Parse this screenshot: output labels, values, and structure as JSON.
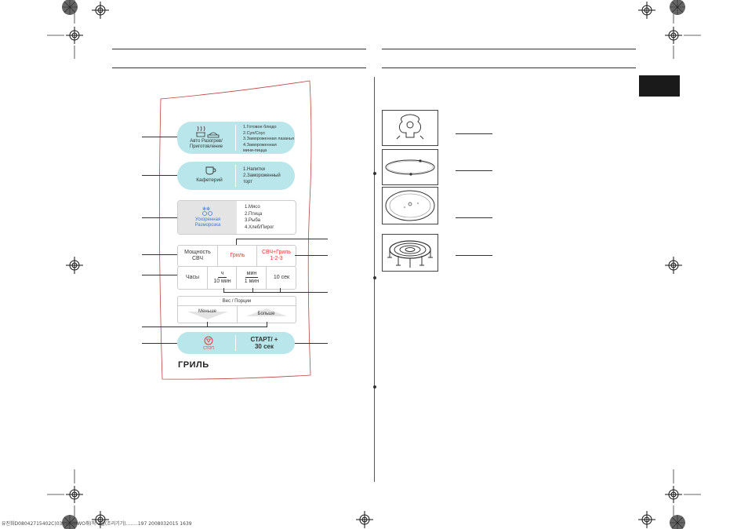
{
  "control_panel": {
    "auto": {
      "label": "Авто Разогрев/ Приготовление",
      "items": [
        "1.Готовое блюдо",
        "2.Суп/Соус",
        "3.Замороженная лазанья",
        "4.Замороженная мини-пицца"
      ]
    },
    "cafe": {
      "label": "Кафетерий",
      "items": [
        "1.Напитки",
        "2.Замороженный торт"
      ]
    },
    "defrost": {
      "label": "Ускоренная Разморозка",
      "items": [
        "1.Мясо",
        "2.Птица",
        "3.Рыба",
        "4.Хлеб/Пирог"
      ]
    },
    "row_power": {
      "power": "Мощность СВЧ",
      "grill": "Гриль",
      "combo": "СВЧ+Гриль 1-2-3"
    },
    "row_time": {
      "clock": "Часы",
      "hour": "ч",
      "ten_min": "10 мин",
      "min": "мин",
      "one_min": "1 мин",
      "ten_sec": "10 сек"
    },
    "weight": {
      "title": "Вес / Порции",
      "less": "Меньше",
      "more": "Больше"
    },
    "stop_label": "СТОП",
    "start_label": "СТАРТ/ + 30 сек",
    "brand": "ГРИЛЬ"
  },
  "icons": [
    "registration-mark-icon",
    "color-target-icon",
    "pot-icon",
    "cup-icon",
    "snowflake-icon",
    "stop-icon",
    "arrow-up-icon",
    "arrow-down-icon"
  ],
  "colors": {
    "panel_blue": "#b8e6ea",
    "defrost_gray": "#e4e4e4",
    "accent_red": "#e53935",
    "tab_black": "#1a1a1a"
  },
  "footer": "유진화D08042715402C(03212)MWO취(작-2플(조리기기)........197 2008032015 1639"
}
